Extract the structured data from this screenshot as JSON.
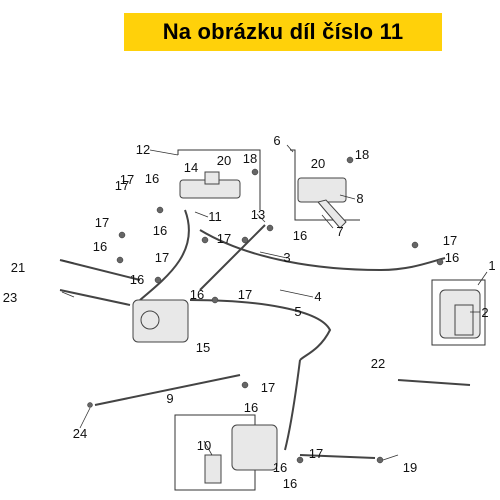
{
  "banner": {
    "text": "Na obrázku díl číslo 11",
    "bg": "#ffd10a"
  },
  "labels": [
    "1",
    "2",
    "3",
    "4",
    "5",
    "6",
    "7",
    "8",
    "9",
    "10",
    "11",
    "12",
    "13",
    "14",
    "15",
    "16",
    "17",
    "18",
    "19",
    "20",
    "21",
    "22",
    "23",
    "24"
  ],
  "colors": {
    "line": "#333333",
    "part": "#555555"
  }
}
